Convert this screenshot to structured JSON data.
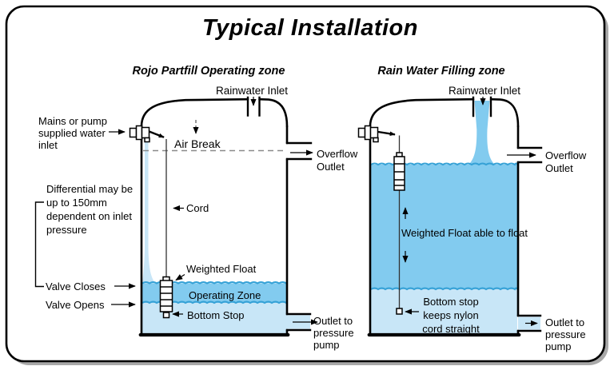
{
  "title": "Typical Installation",
  "left": {
    "heading": "Rojo Partfill Operating zone",
    "rainwater_inlet": "Rainwater Inlet",
    "mains_inlet": [
      "Mains or pump",
      "supplied water",
      "inlet"
    ],
    "air_break": "Air Break",
    "overflow": [
      "Overflow",
      "Outlet"
    ],
    "differential": [
      "Differential may be",
      "up to 150mm",
      "dependent on inlet",
      "pressure"
    ],
    "cord": "Cord",
    "weighted_float": "Weighted Float",
    "valve_closes": "Valve Closes",
    "valve_opens": "Valve Opens",
    "operating_zone": "Operating Zone",
    "bottom_stop": "Bottom Stop",
    "outlet_pump": [
      "Outlet to",
      "pressure",
      "pump"
    ]
  },
  "right": {
    "heading": "Rain Water Filling zone",
    "rainwater_inlet": "Rainwater Inlet",
    "overflow": [
      "Overflow",
      "Outlet"
    ],
    "float_able": "Weighted Float able to float",
    "bottom_stop_note": [
      "Bottom stop",
      "keeps nylon",
      "cord straight"
    ],
    "outlet_pump": [
      "Outlet to",
      "pressure",
      "pump"
    ]
  },
  "colors": {
    "water_medium": "#82CBEF",
    "water_light": "#C8E6F7",
    "wave_stroke": "#35A1D6",
    "outline": "#000000",
    "dashed_gray": "#8A8A8A",
    "border_shadow": "#A9A9A9"
  }
}
